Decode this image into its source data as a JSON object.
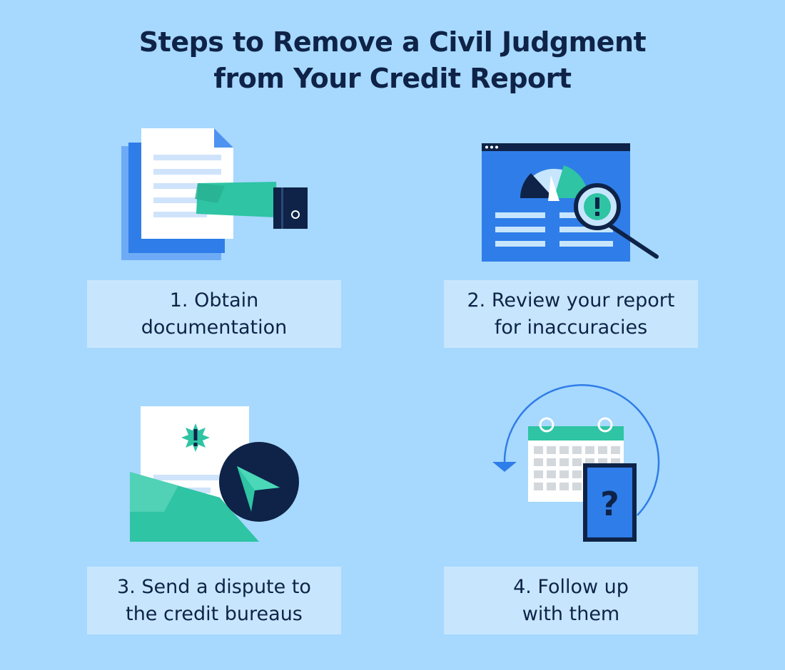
{
  "title": {
    "line1": "Steps to Remove a Civil Judgment",
    "line2": "from Your Credit Report"
  },
  "steps": [
    {
      "line1": "1. Obtain",
      "line2": "documentation",
      "icon": "document-handoff-icon"
    },
    {
      "line1": "2. Review your report",
      "line2": "for inaccuracies",
      "icon": "report-magnifier-icon"
    },
    {
      "line1": "3. Send a dispute to",
      "line2": "the credit bureaus",
      "icon": "envelope-send-icon"
    },
    {
      "line1": "4. Follow up",
      "line2": "with them",
      "icon": "calendar-phone-icon"
    }
  ],
  "colors": {
    "background": "#a7d8fe",
    "card": "#c7e6fd",
    "navy": "#0e2347",
    "blue": "#2f7de8",
    "green": "#2ec4a4"
  }
}
